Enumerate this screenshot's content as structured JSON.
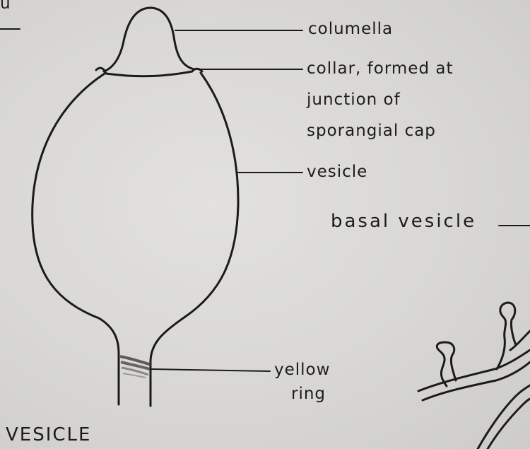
{
  "diagram": {
    "corner_mark": "u",
    "title": "VESICLE",
    "labels": {
      "columella": "columella",
      "collar_line1": "collar, formed at",
      "collar_line2": "junction of",
      "collar_line3": "sporangial cap",
      "vesicle": "vesicle",
      "basal_vesicle": "basal vesicle",
      "yellow_ring_line1": "yellow",
      "yellow_ring_line2": "ring"
    }
  }
}
